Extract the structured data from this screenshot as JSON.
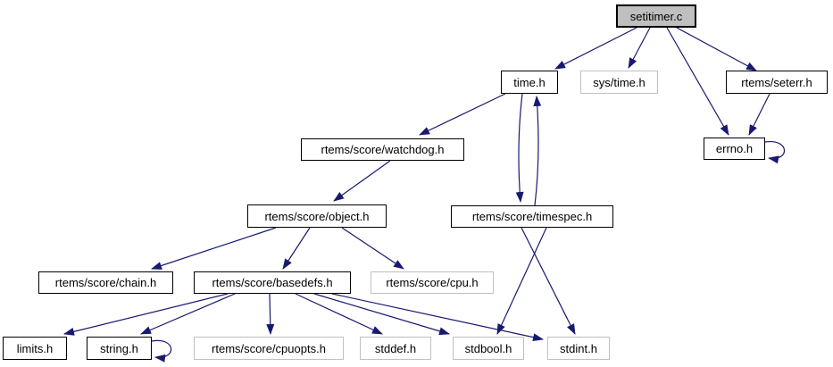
{
  "diagram": {
    "type": "include-dependency-graph",
    "root": "setitimer.c"
  },
  "colors": {
    "edge": "#191970",
    "node_border": "#000000",
    "external_border": "#c0c0c0",
    "root_fill": "#bfbfbf",
    "node_fill": "#ffffff",
    "text": "#000000",
    "background": "#ffffff"
  },
  "nodes": [
    {
      "id": "setitimer.c",
      "label": "setitimer.c",
      "style": "root"
    },
    {
      "id": "time.h",
      "label": "time.h",
      "style": "linked"
    },
    {
      "id": "sys/time.h",
      "label": "sys/time.h",
      "style": "external"
    },
    {
      "id": "rtems/seterr.h",
      "label": "rtems/seterr.h",
      "style": "linked"
    },
    {
      "id": "errno.h",
      "label": "errno.h",
      "style": "linked"
    },
    {
      "id": "rtems/score/watchdog.h",
      "label": "rtems/score/watchdog.h",
      "style": "linked"
    },
    {
      "id": "rtems/score/object.h",
      "label": "rtems/score/object.h",
      "style": "linked"
    },
    {
      "id": "rtems/score/timespec.h",
      "label": "rtems/score/timespec.h",
      "style": "linked"
    },
    {
      "id": "rtems/score/chain.h",
      "label": "rtems/score/chain.h",
      "style": "linked"
    },
    {
      "id": "rtems/score/basedefs.h",
      "label": "rtems/score/basedefs.h",
      "style": "linked"
    },
    {
      "id": "rtems/score/cpu.h",
      "label": "rtems/score/cpu.h",
      "style": "external"
    },
    {
      "id": "limits.h",
      "label": "limits.h",
      "style": "linked"
    },
    {
      "id": "string.h",
      "label": "string.h",
      "style": "linked"
    },
    {
      "id": "rtems/score/cpuopts.h",
      "label": "rtems/score/cpuopts.h",
      "style": "external"
    },
    {
      "id": "stddef.h",
      "label": "stddef.h",
      "style": "external"
    },
    {
      "id": "stdbool.h",
      "label": "stdbool.h",
      "style": "external"
    },
    {
      "id": "stdint.h",
      "label": "stdint.h",
      "style": "external"
    }
  ],
  "edges": [
    {
      "from": "setitimer.c",
      "to": "time.h"
    },
    {
      "from": "setitimer.c",
      "to": "sys/time.h"
    },
    {
      "from": "setitimer.c",
      "to": "rtems/seterr.h"
    },
    {
      "from": "setitimer.c",
      "to": "errno.h"
    },
    {
      "from": "rtems/seterr.h",
      "to": "errno.h"
    },
    {
      "from": "errno.h",
      "to": "errno.h"
    },
    {
      "from": "time.h",
      "to": "rtems/score/watchdog.h"
    },
    {
      "from": "time.h",
      "to": "rtems/score/timespec.h"
    },
    {
      "from": "rtems/score/timespec.h",
      "to": "time.h"
    },
    {
      "from": "rtems/score/watchdog.h",
      "to": "rtems/score/object.h"
    },
    {
      "from": "rtems/score/object.h",
      "to": "rtems/score/chain.h"
    },
    {
      "from": "rtems/score/object.h",
      "to": "rtems/score/basedefs.h"
    },
    {
      "from": "rtems/score/object.h",
      "to": "rtems/score/cpu.h"
    },
    {
      "from": "rtems/score/timespec.h",
      "to": "stdbool.h"
    },
    {
      "from": "rtems/score/timespec.h",
      "to": "stdint.h"
    },
    {
      "from": "rtems/score/basedefs.h",
      "to": "limits.h"
    },
    {
      "from": "rtems/score/basedefs.h",
      "to": "string.h"
    },
    {
      "from": "string.h",
      "to": "string.h"
    },
    {
      "from": "rtems/score/basedefs.h",
      "to": "rtems/score/cpuopts.h"
    },
    {
      "from": "rtems/score/basedefs.h",
      "to": "stddef.h"
    },
    {
      "from": "rtems/score/basedefs.h",
      "to": "stdbool.h"
    },
    {
      "from": "rtems/score/basedefs.h",
      "to": "stdint.h"
    }
  ]
}
